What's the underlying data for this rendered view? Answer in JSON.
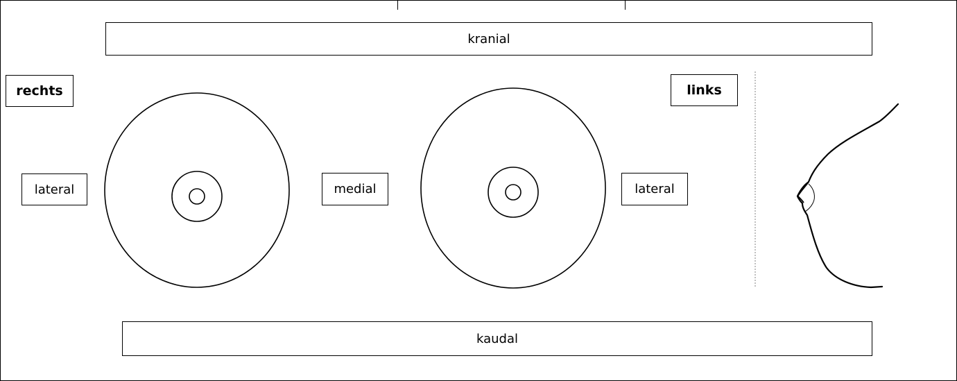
{
  "labels": {
    "cranial": "kranial",
    "caudal": "kaudal",
    "right_side": "rechts",
    "left_side": "links",
    "lateral_right": "lateral",
    "medial": "medial",
    "lateral_left": "lateral"
  },
  "colors": {
    "line": "#000000",
    "background": "#ffffff",
    "divider": "#808080"
  }
}
